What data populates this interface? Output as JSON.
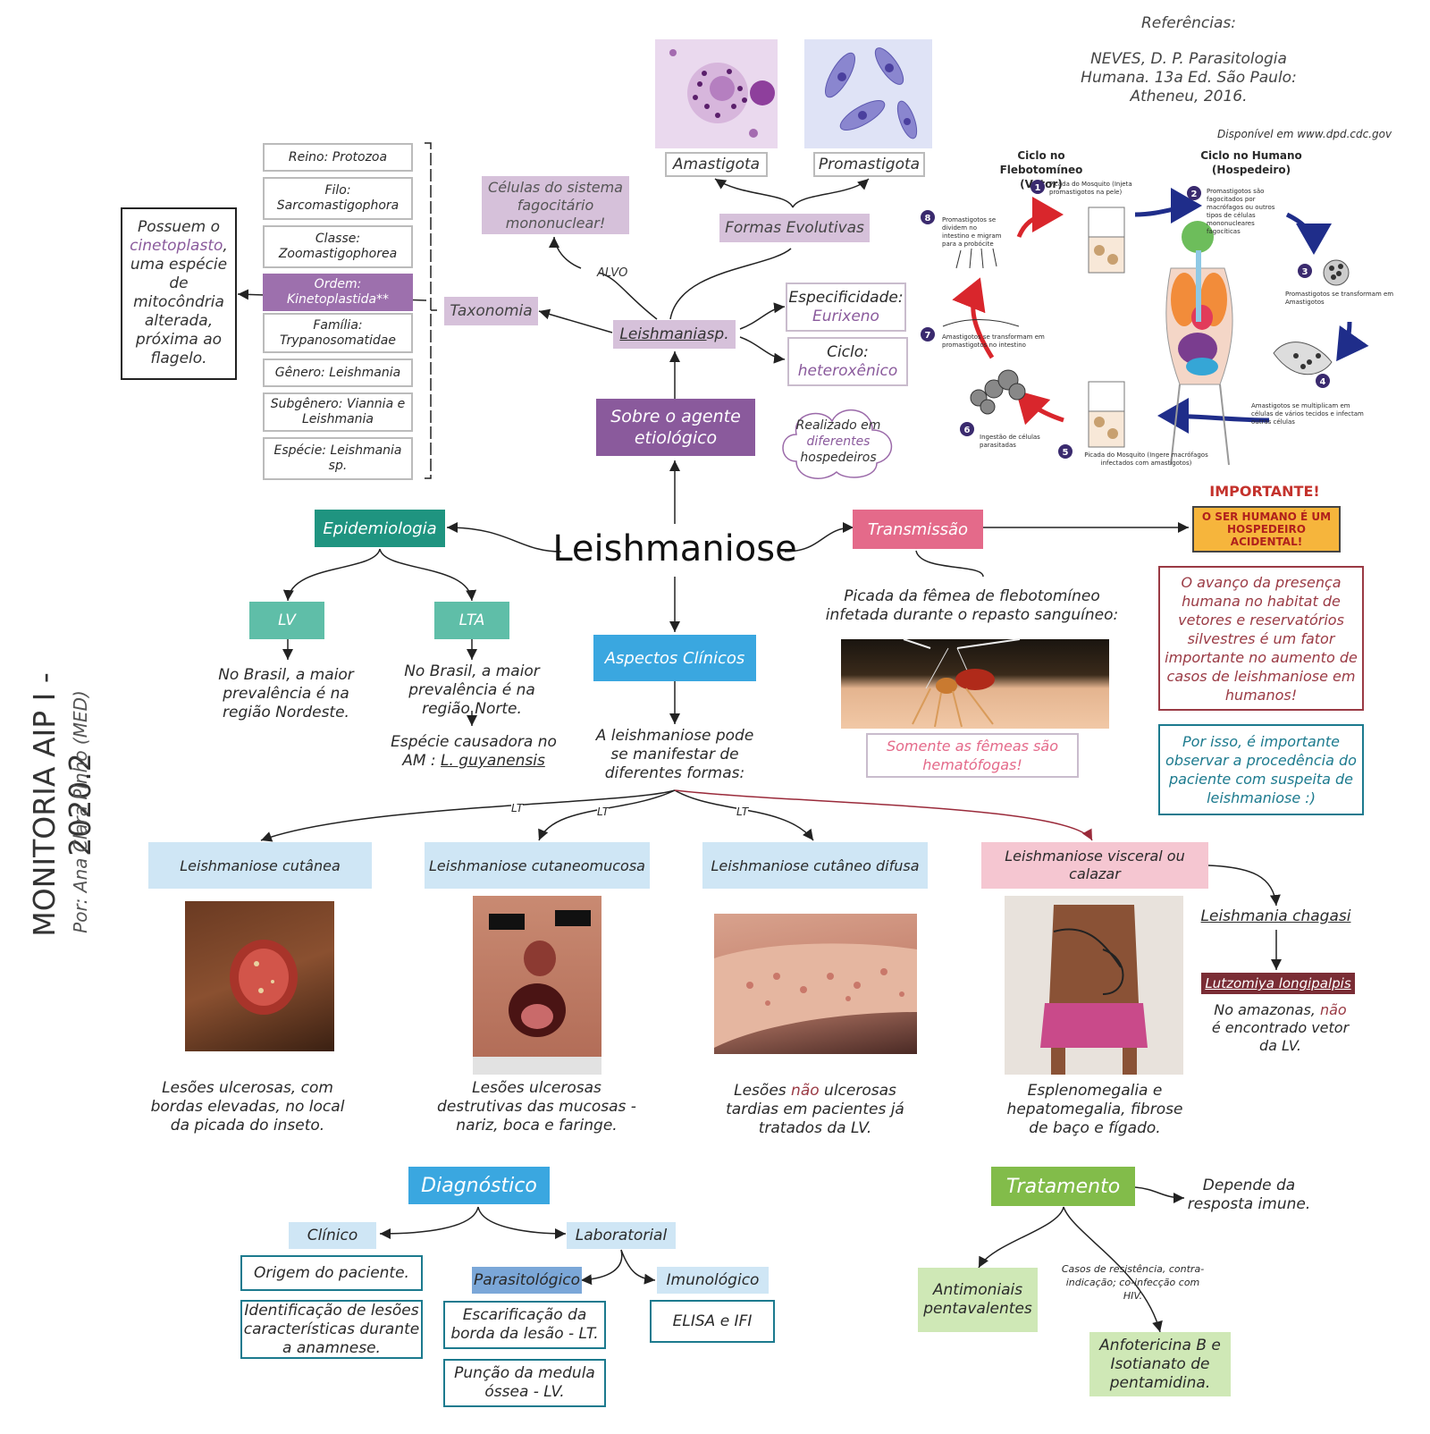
{
  "watermark": "MONITORIA AIP I - 2020.2",
  "author": "Por: Ana Clara Pinho (MED)",
  "references": {
    "heading": "Referências:",
    "citation": "NEVES, D. P. Parasitologia Humana. 13a Ed. São Paulo: Atheneu, 2016.",
    "cdc_source": "Disponível em www.dpd.cdc.gov"
  },
  "center": "Leishmaniose",
  "agent": {
    "title": "Sobre o agente etiológico",
    "genus": "Leishmania",
    "genus_suffix": " sp.",
    "taxonomy": "Taxonomia",
    "target_label": "ALVO",
    "target_cells": "Células do sistema fagocitário mononuclear!",
    "evolutive_forms": "Formas Evolutivas",
    "amastigota": "Amastigota",
    "promastigota": "Promastigota",
    "spec_label": "Especificidade:",
    "spec_value": "Eurixeno",
    "cycle_label": "Ciclo:",
    "cycle_value": "heteroxênico",
    "cloud_l1": "Realizado em",
    "cloud_l2": "diferentes",
    "cloud_l3": "hospedeiros"
  },
  "taxonomy_list": [
    "Reino: Protozoa",
    "Filo: Sarcomastigophora",
    "Classe: Zoomastigophorea",
    "Ordem: Kinetoplastida**",
    "Família: Trypanosomatidae",
    "Gênero: Leishmania",
    "Subgênero: Viannia e Leishmania",
    "Espécie: Leishmania sp."
  ],
  "kinetoplast": {
    "l1": "Possuem o",
    "l2": "cinetoplasto",
    "l2b": ",",
    "l3": "uma espécie de mitocôndria alterada, próxima ao flagelo."
  },
  "lifecycle": {
    "vector_title": "Ciclo no Flebotomíneo",
    "vector_sub": "(Vetor)",
    "human_title": "Ciclo no Humano",
    "human_sub": "(Hospedeiro)",
    "steps": [
      {
        "n": "1",
        "text": "Picada do Mosquito (Injeta promastigotos na pele)"
      },
      {
        "n": "2",
        "text": "Promastigotos são fagocitados por macrófagos ou outros tipos de células mononucleares fagocíticas"
      },
      {
        "n": "3",
        "text": "Promastigotos se transformam em Amastigotos"
      },
      {
        "n": "4",
        "text": "Amastigotos se multiplicam em células de vários tecidos e infectam outras células"
      },
      {
        "n": "5",
        "text": "Picada do Mosquito (Ingere macrófagos infectados com amastigotos)"
      },
      {
        "n": "6",
        "text": "Ingestão de células parasitadas"
      },
      {
        "n": "7",
        "text": "Amastigotos se transformam em promastigotos no intestino"
      },
      {
        "n": "8",
        "text": "Promastigotos se dividem no intestino e migram para a probócite"
      }
    ]
  },
  "epidemiology": {
    "title": "Epidemiologia",
    "lv": "LV",
    "lta": "LTA",
    "lv_text": "No Brasil, a maior prevalência é na região  Nordeste.",
    "lta_text": "No Brasil, a maior prevalência é na região Norte.",
    "species_text": "Espécie causadora no AM :",
    "species_name": "L. guyanensis"
  },
  "transmission": {
    "title": "Transmissão",
    "text": "Picada da fêmea de flebotomíneo infetada durante o repasto sanguíneo:",
    "females": "Somente as fêmeas são hematófogas!",
    "important": "IMPORTANTE!",
    "sign": "O SER HUMANO É UM HOSPEDEIRO ACIDENTAL!",
    "advance": "O avanço da presença humana no habitat de vetores e reservatórios silvestres é um fator importante no aumento de casos de leishmaniose em humanos!",
    "origin": "Por isso, é importante observar a procedência do paciente com suspeita de leishmaniose :)"
  },
  "clinical": {
    "title": "Aspectos Clínicos",
    "text": "A leishmaniose pode se manifestar de diferentes formas:",
    "lt": "LT",
    "forms": [
      {
        "name": "Leishmaniose cutânea",
        "desc": "Lesões ulcerosas, com bordas elevadas, no local da picada do inseto."
      },
      {
        "name": "Leishmaniose cutaneomucosa",
        "desc": "Lesões ulcerosas destrutivas das mucosas - nariz, boca e faringe."
      },
      {
        "name": "Leishmaniose cutâneo difusa",
        "desc_a": "Lesões ",
        "desc_not": "não",
        "desc_b": " ulcerosas tardias em pacientes já tratados da LV."
      },
      {
        "name": "Leishmaniose visceral ou calazar",
        "desc": "Esplenomegalia e hepatomegalia, fibrose de baço e fígado."
      }
    ],
    "chagasi": "Leishmania chagasi",
    "lutzomyia": "Lutzomiya longipalpis",
    "amazon_a": "No amazonas, ",
    "amazon_not": "não",
    "amazon_b": " é encontrado vetor da LV."
  },
  "diagnosis": {
    "title": "Diagnóstico",
    "clinico": "Clínico",
    "lab": "Laboratorial",
    "origin": "Origem do paciente.",
    "lesions": "Identificação de lesões características durante a anamnese.",
    "parasit": "Parasitológico",
    "imuno": "Imunológico",
    "escar": "Escarificação da borda da lesão - LT.",
    "puncao": "Punção da medula óssea - LV.",
    "elisa": "ELISA e IFI"
  },
  "treatment": {
    "title": "Tratamento",
    "depends": "Depende da resposta imune.",
    "antimon": "Antimoniais pentavalentes",
    "cases": "Casos de resistência, contra-indicação; co-infecção com HIV.",
    "anfo": "Anfotericina B e Isotianato de pentamidina."
  },
  "colors": {
    "purple": "#8a5a9c",
    "lilac": "#d6c1da",
    "teal": "#1f9480",
    "teal_light": "#5fbea8",
    "pink": "#e46a8a",
    "blue": "#3aa7e0",
    "light_blue": "#cfe6f5",
    "green": "#82bc4a",
    "light_green": "#cfe8b6",
    "red_cycle": "#d9262c",
    "navy_cycle": "#1f2d8a",
    "warning": "#f6b53c"
  }
}
